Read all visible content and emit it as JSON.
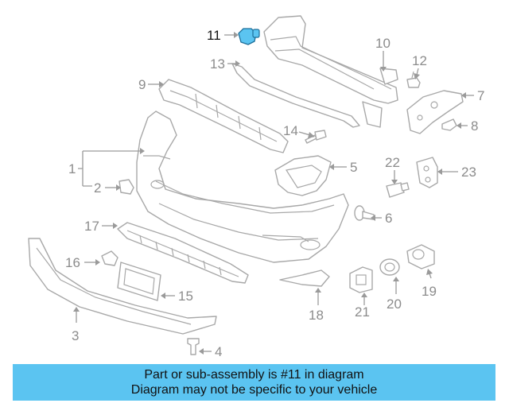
{
  "callouts": {
    "c1": "1",
    "c2": "2",
    "c3": "3",
    "c4": "4",
    "c5": "5",
    "c6": "6",
    "c7": "7",
    "c8": "8",
    "c9": "9",
    "c10": "10",
    "c11": "11",
    "c12": "12",
    "c13": "13",
    "c14": "14",
    "c15": "15",
    "c16": "16",
    "c17": "17",
    "c18": "18",
    "c19": "19",
    "c20": "20",
    "c21": "21",
    "c22": "22",
    "c23": "23"
  },
  "highlight": {
    "part_number": "11",
    "color": "#5bc4f1"
  },
  "banner": {
    "line1": "Part or sub-assembly is #11 in diagram",
    "line2": "Diagram may not be specific to your vehicle",
    "background": "#5bc4f1"
  }
}
